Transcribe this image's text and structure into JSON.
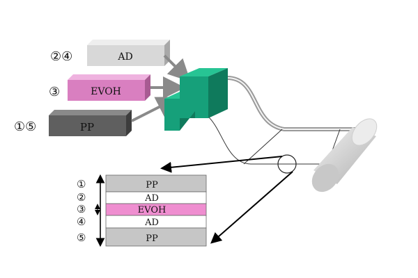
{
  "extruders": {
    "ad": {
      "marker": "②④",
      "label": "AD"
    },
    "evoh": {
      "marker": "③",
      "label": "EVOH"
    },
    "pp": {
      "marker": "①⑤",
      "label": "PP"
    }
  },
  "layers": [
    {
      "number": "①",
      "label": "PP"
    },
    {
      "number": "②",
      "label": "AD"
    },
    {
      "number": "③",
      "label": "EVOH"
    },
    {
      "number": "④",
      "label": "AD"
    },
    {
      "number": "⑤",
      "label": "PP"
    }
  ],
  "colors": {
    "ad_block": "#d8d8d8",
    "evoh_block": "#d97fc0",
    "pp_block": "#5f5f5f",
    "die": "#16a07a",
    "layer_pp": "#c6c6c6",
    "layer_ad": "#ffffff",
    "layer_evoh": "#ef8ed0"
  }
}
